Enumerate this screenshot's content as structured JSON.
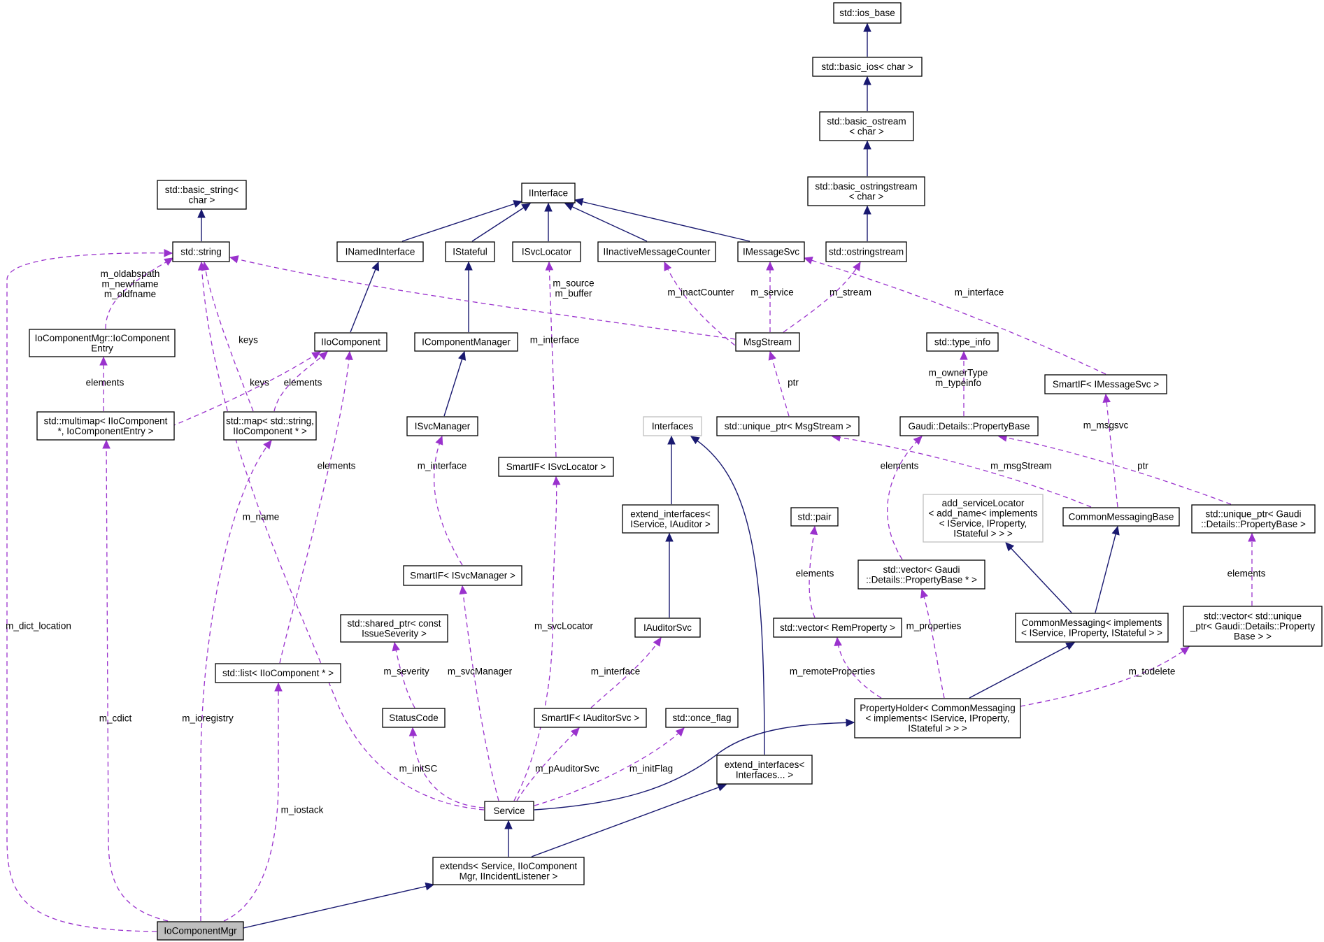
{
  "nodes": [
    {
      "id": "ios_base",
      "lines": [
        "std::ios_base"
      ]
    },
    {
      "id": "basic_ios",
      "lines": [
        "std::basic_ios< char >"
      ]
    },
    {
      "id": "basic_ostream",
      "lines": [
        "std::basic_ostream",
        "< char >"
      ]
    },
    {
      "id": "basic_ostringstream",
      "lines": [
        "std::basic_ostringstream",
        "< char >"
      ]
    },
    {
      "id": "ostringstream",
      "lines": [
        "std::ostringstream"
      ]
    },
    {
      "id": "basic_string",
      "lines": [
        "std::basic_string<",
        "char >"
      ]
    },
    {
      "id": "string",
      "lines": [
        "std::string"
      ]
    },
    {
      "id": "iinterface",
      "lines": [
        "IInterface"
      ]
    },
    {
      "id": "inamedinterface",
      "lines": [
        "INamedInterface"
      ]
    },
    {
      "id": "istateful",
      "lines": [
        "IStateful"
      ]
    },
    {
      "id": "isvclocator",
      "lines": [
        "ISvcLocator"
      ]
    },
    {
      "id": "iinactive",
      "lines": [
        "IInactiveMessageCounter"
      ]
    },
    {
      "id": "imessagesvc",
      "lines": [
        "IMessageSvc"
      ]
    },
    {
      "id": "entry",
      "lines": [
        "IoComponentMgr::IoComponent",
        "Entry"
      ]
    },
    {
      "id": "iiocomponent",
      "lines": [
        "IIoComponent"
      ]
    },
    {
      "id": "icomponentmanager",
      "lines": [
        "IComponentManager"
      ]
    },
    {
      "id": "msgstream",
      "lines": [
        "MsgStream"
      ]
    },
    {
      "id": "type_info",
      "lines": [
        "std::type_info"
      ]
    },
    {
      "id": "smartif_msgsvc",
      "lines": [
        "SmartIF< IMessageSvc >"
      ]
    },
    {
      "id": "multimap",
      "lines": [
        "std::multimap< IIoComponent",
        "*, IoComponentEntry >"
      ]
    },
    {
      "id": "map",
      "lines": [
        "std::map< std::string,",
        "IIoComponent * >"
      ]
    },
    {
      "id": "isvcmanager",
      "lines": [
        "ISvcManager"
      ]
    },
    {
      "id": "interfaces",
      "lines": [
        "Interfaces"
      ]
    },
    {
      "id": "unique_msgstream",
      "lines": [
        "std::unique_ptr< MsgStream >"
      ]
    },
    {
      "id": "propertybase",
      "lines": [
        "Gaudi::Details::PropertyBase"
      ]
    },
    {
      "id": "smartif_locator",
      "lines": [
        "SmartIF< ISvcLocator >"
      ]
    },
    {
      "id": "extend_auditor",
      "lines": [
        "extend_interfaces<",
        "IService, IAuditor >"
      ]
    },
    {
      "id": "pair",
      "lines": [
        "std::pair"
      ]
    },
    {
      "id": "add_servicelocator",
      "lines": [
        "add_serviceLocator",
        "< add_name< implements",
        "< IService, IProperty,",
        "IStateful > > >"
      ]
    },
    {
      "id": "commonmessagingbase",
      "lines": [
        "CommonMessagingBase"
      ]
    },
    {
      "id": "unique_propertybase",
      "lines": [
        "std::unique_ptr< Gaudi",
        "::Details::PropertyBase >"
      ]
    },
    {
      "id": "smartif_svcmanager",
      "lines": [
        "SmartIF< ISvcManager >"
      ]
    },
    {
      "id": "vector_propertybase",
      "lines": [
        "std::vector< Gaudi",
        "::Details::PropertyBase * >"
      ]
    },
    {
      "id": "shared_issue",
      "lines": [
        "std::shared_ptr< const",
        "IssueSeverity >"
      ]
    },
    {
      "id": "iauditorsvc",
      "lines": [
        "IAuditorSvc"
      ]
    },
    {
      "id": "vector_remproperty",
      "lines": [
        "std::vector< RemProperty >"
      ]
    },
    {
      "id": "commonmessaging",
      "lines": [
        "CommonMessaging< implements",
        "< IService, IProperty, IStateful > >"
      ]
    },
    {
      "id": "vector_unique",
      "lines": [
        "std::vector< std::unique",
        "_ptr< Gaudi::Details::Property",
        "Base > >"
      ]
    },
    {
      "id": "list",
      "lines": [
        "std::list< IIoComponent * >"
      ]
    },
    {
      "id": "statuscode",
      "lines": [
        "StatusCode"
      ]
    },
    {
      "id": "smartif_auditor",
      "lines": [
        "SmartIF< IAuditorSvc >"
      ]
    },
    {
      "id": "once_flag",
      "lines": [
        "std::once_flag"
      ]
    },
    {
      "id": "propertyholder",
      "lines": [
        "PropertyHolder< CommonMessaging",
        "< implements< IService, IProperty,",
        "IStateful > > >"
      ]
    },
    {
      "id": "extend_interfaces",
      "lines": [
        "extend_interfaces<",
        "Interfaces... >"
      ]
    },
    {
      "id": "service",
      "lines": [
        "Service"
      ]
    },
    {
      "id": "extends",
      "lines": [
        "extends< Service, IIoComponent",
        "Mgr, IIncidentListener >"
      ]
    },
    {
      "id": "iocomponentmgr",
      "lines": [
        "IoComponentMgr"
      ]
    }
  ],
  "edge_labels": [
    {
      "id": "oldabspath",
      "lines": [
        "m_oldabspath",
        "m_newfname",
        "m_oldfname"
      ]
    },
    {
      "id": "msgstream_source",
      "lines": [
        "m_source",
        "m_buffer"
      ]
    },
    {
      "id": "inactcounter",
      "lines": [
        "m_inactCounter"
      ]
    },
    {
      "id": "service",
      "lines": [
        "m_service"
      ]
    },
    {
      "id": "stream",
      "lines": [
        "m_stream"
      ]
    },
    {
      "id": "msg_interface",
      "lines": [
        "m_interface"
      ]
    },
    {
      "id": "keys_string",
      "lines": [
        "keys"
      ]
    },
    {
      "id": "locator_interface",
      "lines": [
        "m_interface"
      ]
    },
    {
      "id": "entry_elements",
      "lines": [
        "elements"
      ]
    },
    {
      "id": "keys_iio",
      "lines": [
        "keys"
      ]
    },
    {
      "id": "map_elements",
      "lines": [
        "elements"
      ]
    },
    {
      "id": "ptr_msgstream",
      "lines": [
        "ptr"
      ]
    },
    {
      "id": "ownertype",
      "lines": [
        "m_ownerType",
        "m_typeinfo"
      ]
    },
    {
      "id": "msgsvc",
      "lines": [
        "m_msgsvc"
      ]
    },
    {
      "id": "list_elements",
      "lines": [
        "elements"
      ]
    },
    {
      "id": "svcmanager_interface",
      "lines": [
        "m_interface"
      ]
    },
    {
      "id": "vec_elements",
      "lines": [
        "elements"
      ]
    },
    {
      "id": "msgstream_member",
      "lines": [
        "m_msgStream"
      ]
    },
    {
      "id": "ptr_property",
      "lines": [
        "ptr"
      ]
    },
    {
      "id": "m_name",
      "lines": [
        "m_name"
      ]
    },
    {
      "id": "pair_elements",
      "lines": [
        "elements"
      ]
    },
    {
      "id": "unique_elements",
      "lines": [
        "elements"
      ]
    },
    {
      "id": "dict_location",
      "lines": [
        "m_dict_location"
      ]
    },
    {
      "id": "svclocator",
      "lines": [
        "m_svcLocator"
      ]
    },
    {
      "id": "properties",
      "lines": [
        "m_properties"
      ]
    },
    {
      "id": "severity",
      "lines": [
        "m_severity"
      ]
    },
    {
      "id": "svcmanager",
      "lines": [
        "m_svcManager"
      ]
    },
    {
      "id": "auditor_interface",
      "lines": [
        "m_interface"
      ]
    },
    {
      "id": "remote",
      "lines": [
        "m_remoteProperties"
      ]
    },
    {
      "id": "todelete",
      "lines": [
        "m_todelete"
      ]
    },
    {
      "id": "cdict",
      "lines": [
        "m_cdict"
      ]
    },
    {
      "id": "ioregistry",
      "lines": [
        "m_ioregistry"
      ]
    },
    {
      "id": "initsc",
      "lines": [
        "m_initSC"
      ]
    },
    {
      "id": "pauditorsvc",
      "lines": [
        "m_pAuditorSvc"
      ]
    },
    {
      "id": "initflag",
      "lines": [
        "m_initFlag"
      ]
    },
    {
      "id": "iostack",
      "lines": [
        "m_iostack"
      ]
    }
  ],
  "colors": {
    "inheritance": "#191970",
    "member": "#9a32cd",
    "focus_fill": "#bfbfbf",
    "ghost_border": "#bfbfbf"
  }
}
